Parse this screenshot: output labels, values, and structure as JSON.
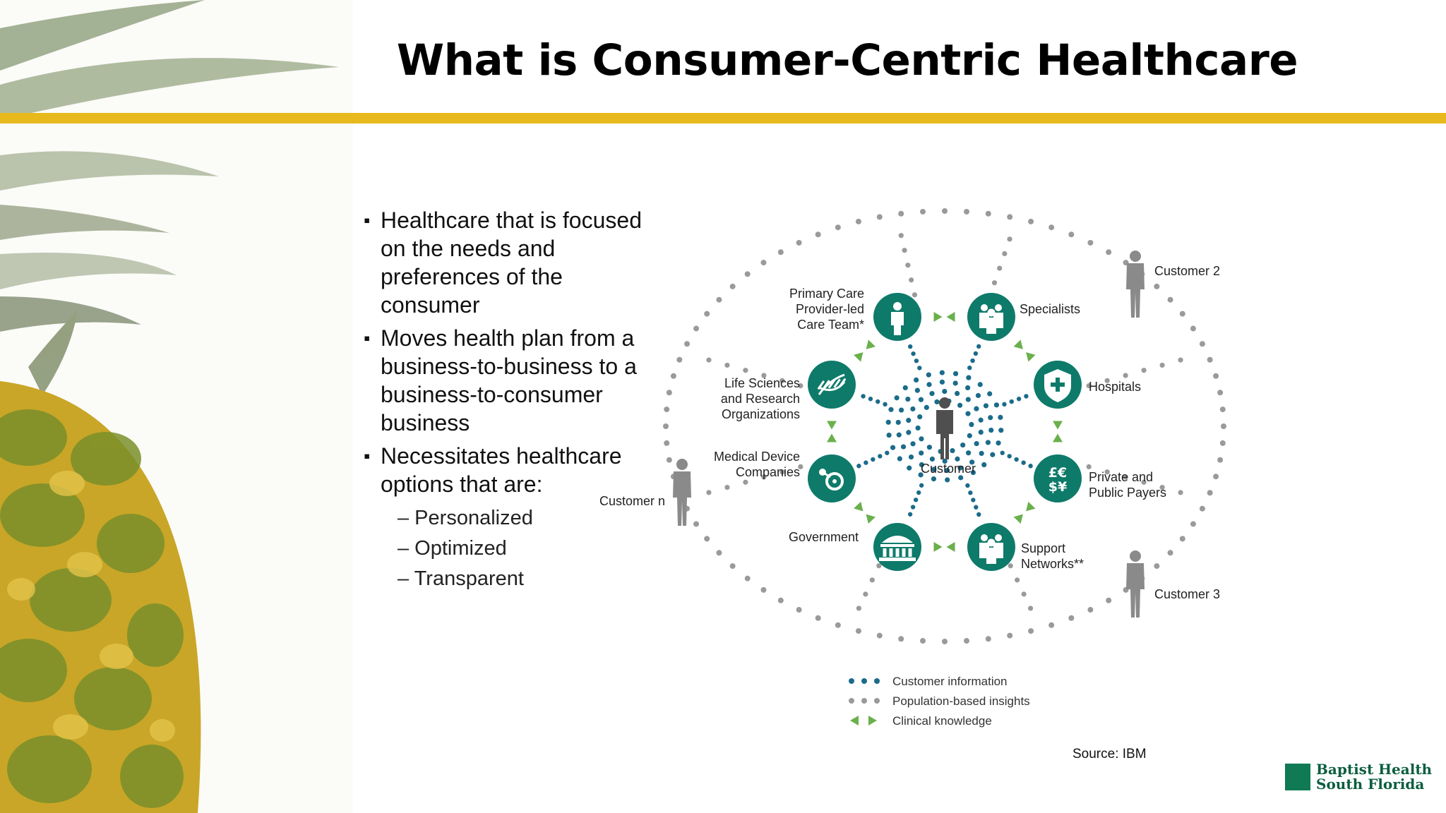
{
  "title": "What is Consumer-Centric Healthcare",
  "bullets": [
    "Healthcare that is focused on the needs and preferences of the consumer",
    "Moves health plan from a business-to-business to a business-to-consumer business",
    "Necessitates healthcare options that are:"
  ],
  "sub_bullets": [
    "– Personalized",
    "– Optimized",
    "– Transparent"
  ],
  "diagram": {
    "center_label": "Customer",
    "nodes": [
      {
        "label": [
          "Primary Care",
          "Provider-led",
          "Care Team*"
        ],
        "icon": "person-icon"
      },
      {
        "label": [
          "Specialists"
        ],
        "icon": "group-icon"
      },
      {
        "label": [
          "Hospitals"
        ],
        "icon": "shield-plus-icon"
      },
      {
        "label": [
          "Private and",
          "Public Payers"
        ],
        "icon": "currency-icon"
      },
      {
        "label": [
          "Support",
          "Networks**"
        ],
        "icon": "group-icon"
      },
      {
        "label": [
          "Government"
        ],
        "icon": "government-building-icon"
      },
      {
        "label": [
          "Medical Device",
          "Companies"
        ],
        "icon": "device-icon"
      },
      {
        "label": [
          "Life Sciences",
          "and Research",
          "Organizations"
        ],
        "icon": "dna-icon"
      }
    ],
    "outer_customers": [
      "Customer 2",
      "Customer 3",
      "Customer n"
    ],
    "legend": [
      {
        "label": "Customer information",
        "color": "#1b6b8a"
      },
      {
        "label": "Population-based insights",
        "color": "#9a9a9a"
      },
      {
        "label": "Clinical knowledge",
        "color": "#6ab04c"
      }
    ],
    "colors": {
      "node": "#0e7a6a",
      "arrow": "#6ab04c",
      "dots_inner": "#1b6b8a",
      "dots_outer": "#9a9a9a",
      "figure": "#8a8a8a"
    }
  },
  "source": "Source: IBM",
  "logo": {
    "line1": "Baptist Health",
    "line2": "South Florida"
  }
}
